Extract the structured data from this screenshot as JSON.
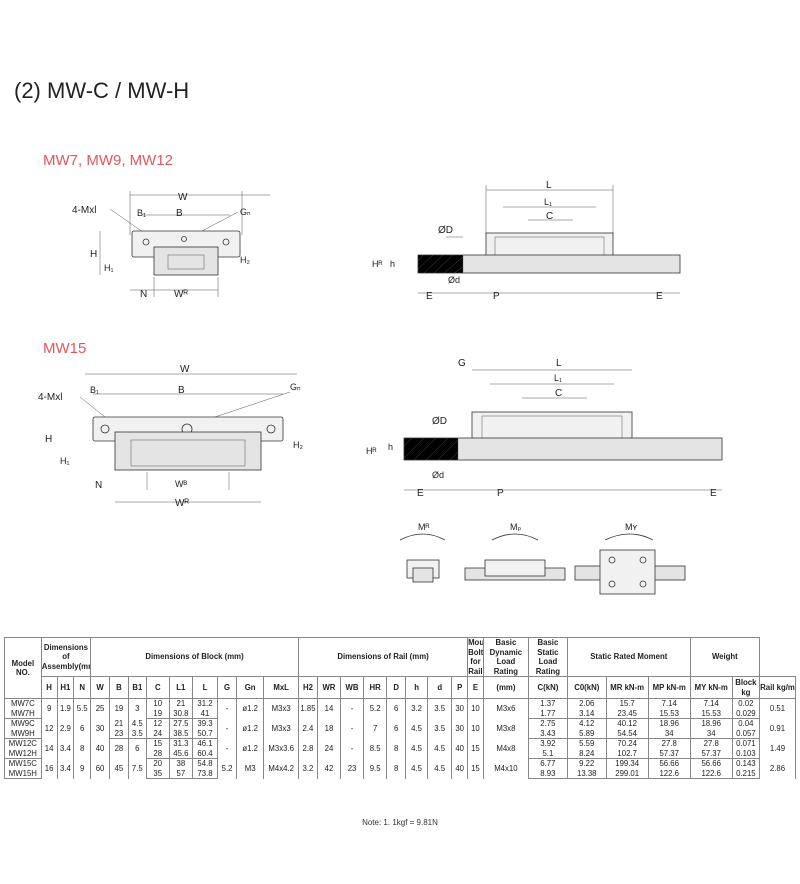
{
  "title": "(2) MW-C / MW-H",
  "sections": {
    "small": "MW7, MW9, MW12",
    "large": "MW15"
  },
  "labels": {
    "W": "W",
    "B": "B",
    "B1": "B₁",
    "Gn": "Gₙ",
    "mxl": "4-Mxl",
    "H": "H",
    "H1": "H₁",
    "H2": "H₂",
    "N": "N",
    "WR": "Wᴿ",
    "WB": "Wᴮ",
    "L": "L",
    "L1": "L₁",
    "C": "C",
    "D": "ØD",
    "d": "Ød",
    "h": "h",
    "HR": "Hᴿ",
    "E": "E",
    "P": "P",
    "G": "G",
    "MR": "Mᴿ",
    "MP": "Mₚ",
    "MY": "Mʏ"
  },
  "table": {
    "header": {
      "model": "Model NO.",
      "assembly": "Dimensions of Assembly(mm)",
      "block": "Dimensions of Block (mm)",
      "rail": "Dimensions of Rail (mm)",
      "bolt": "Mounting Bolt for Rail",
      "dynamic": "Basic Dynamic Load Rating",
      "static": "Basic Static Load Rating",
      "moment": "Static Rated Moment",
      "weight": "Weight"
    },
    "columns": [
      "H",
      "H1",
      "N",
      "W",
      "B",
      "B1",
      "C",
      "L1",
      "L",
      "G",
      "Gn",
      "MxL",
      "H2",
      "WR",
      "WB",
      "HR",
      "D",
      "h",
      "d",
      "P",
      "E",
      "(mm)",
      "C(kN)",
      "C0(kN)",
      "MR kN-m",
      "MP kN-m",
      "MY kN-m",
      "Block kg",
      "Rail kg/m"
    ],
    "groups": [
      {
        "models": [
          "MW7C",
          "MW7H"
        ],
        "shared": {
          "H": "9",
          "H1": "1.9",
          "N": "5.5",
          "W": "25",
          "B": "19",
          "B1": "3",
          "G": "-",
          "Gn": "ø1.2",
          "MxL": "M3x3",
          "H2": "1.85",
          "WR": "14",
          "WB": "-",
          "HR": "5.2",
          "D": "6",
          "h": "3.2",
          "d": "3.5",
          "P": "30",
          "E": "10",
          "bolt": "M3x6",
          "rail_kg": "0.51"
        },
        "rows": [
          {
            "C": "10",
            "L1": "21",
            "L": "31.2",
            "dyn": "1.37",
            "sta": "2.06",
            "MR": "15.7",
            "MP": "7.14",
            "MY": "7.14",
            "blk": "0.02"
          },
          {
            "C": "19",
            "L1": "30.8",
            "L": "41",
            "dyn": "1.77",
            "sta": "3.14",
            "MR": "23.45",
            "MP": "15.53",
            "MY": "15.53",
            "blk": "0.029"
          }
        ]
      },
      {
        "models": [
          "MW9C",
          "MW9H"
        ],
        "shared": {
          "H": "12",
          "H1": "2.9",
          "N": "6",
          "W": "30",
          "B": "",
          "B1": "",
          "G": "-",
          "Gn": "ø1.2",
          "MxL": "M3x3",
          "H2": "2.4",
          "WR": "18",
          "WB": "-",
          "HR": "7",
          "D": "6",
          "h": "4.5",
          "d": "3.5",
          "P": "30",
          "E": "10",
          "bolt": "M3x8",
          "rail_kg": "0.91"
        },
        "rows": [
          {
            "B": "21",
            "B1": "4.5",
            "C": "12",
            "L1": "27.5",
            "L": "39.3",
            "dyn": "2.75",
            "sta": "4.12",
            "MR": "40.12",
            "MP": "18.96",
            "MY": "18.96",
            "blk": "0.04"
          },
          {
            "B": "23",
            "B1": "3.5",
            "C": "24",
            "L1": "38.5",
            "L": "50.7",
            "dyn": "3.43",
            "sta": "5.89",
            "MR": "54.54",
            "MP": "34",
            "MY": "34",
            "blk": "0.057"
          }
        ]
      },
      {
        "models": [
          "MW12C",
          "MW12H"
        ],
        "shared": {
          "H": "14",
          "H1": "3.4",
          "N": "8",
          "W": "40",
          "B": "28",
          "B1": "6",
          "G": "-",
          "Gn": "ø1.2",
          "MxL": "M3x3.6",
          "H2": "2.8",
          "WR": "24",
          "WB": "-",
          "HR": "8.5",
          "D": "8",
          "h": "4.5",
          "d": "4.5",
          "P": "40",
          "E": "15",
          "bolt": "M4x8",
          "rail_kg": "1.49"
        },
        "rows": [
          {
            "C": "15",
            "L1": "31.3",
            "L": "46.1",
            "dyn": "3.92",
            "sta": "5.59",
            "MR": "70.24",
            "MP": "27.8",
            "MY": "27.8",
            "blk": "0.071"
          },
          {
            "C": "28",
            "L1": "45.6",
            "L": "60.4",
            "dyn": "5.1",
            "sta": "8.24",
            "MR": "102.7",
            "MP": "57.37",
            "MY": "57.37",
            "blk": "0.103"
          }
        ]
      },
      {
        "models": [
          "MW15C",
          "MW15H"
        ],
        "shared": {
          "H": "16",
          "H1": "3.4",
          "N": "9",
          "W": "60",
          "B": "45",
          "B1": "7.5",
          "G": "5.2",
          "Gn": "M3",
          "MxL": "M4x4.2",
          "H2": "3.2",
          "WR": "42",
          "WB": "23",
          "HR": "9.5",
          "D": "8",
          "h": "4.5",
          "d": "4.5",
          "P": "40",
          "E": "15",
          "bolt": "M4x10",
          "rail_kg": "2.86"
        },
        "rows": [
          {
            "C": "20",
            "L1": "38",
            "L": "54.8",
            "dyn": "6.77",
            "sta": "9.22",
            "MR": "199.34",
            "MP": "56.66",
            "MY": "56.66",
            "blk": "0.143"
          },
          {
            "C": "35",
            "L1": "57",
            "L": "73.8",
            "dyn": "8.93",
            "sta": "13.38",
            "MR": "299.01",
            "MP": "122.6",
            "MY": "122.6",
            "blk": "0.215"
          }
        ]
      }
    ],
    "note": "Note: 1. 1kgf = 9.81N"
  }
}
